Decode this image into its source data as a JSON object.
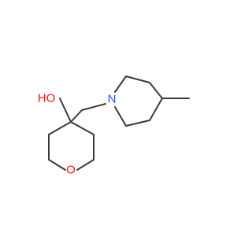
{
  "molecule": {
    "atoms": {
      "hydroxyl": "HO",
      "ring_oxygen": "O",
      "ring_nitrogen": "N"
    },
    "colors": {
      "bond": "#3a3a3a",
      "oxygen": "#ff0d0d",
      "nitrogen": "#3050f8"
    }
  }
}
